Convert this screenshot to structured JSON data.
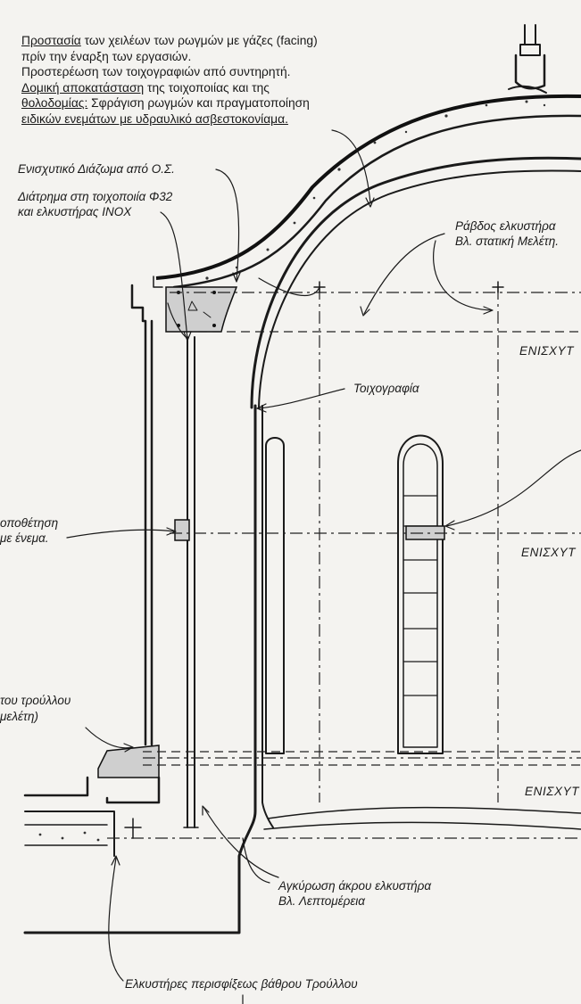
{
  "notes": {
    "line1_term": "Προστασία",
    "line1_rest": " των χειλέων των ρωγμών με γάζες (facing)",
    "line2": "πρίν την έναρξη των εργασιών.",
    "line3": "Προστερέωση των τοιχογραφιών από συντηρητή.",
    "line4_term": "Δομική αποκατάσταση",
    "line4_rest": " της τοιχοποιίας και της",
    "line5_term": "θολοδομίας:",
    "line5_rest": "  Σφράγιση ρωγμών και πραγματοποίηση",
    "line6": "ειδικών ενεμάτων με υδραυλικό ασβεστοκονίαμα."
  },
  "labels": {
    "reinforced_belt": "Ενισχυτικό Διάζωμα από Ο.Σ.",
    "drilling_line1": "Διάτρημα στη τοιχοποιία Φ32",
    "drilling_line2": "και ελκυστήρας INOX",
    "tie_rod_line1": "Ράβδος ελκυστήρα",
    "tie_rod_line2": "Βλ. στατική Μελέτη.",
    "reinforcement_1": "ΕΝΙΣΧΥΤ",
    "reinforcement_2": "ΕΝΙΣΧΥΤ",
    "reinforcement_3": "ΕΝΙΣΧΥΤ",
    "fresco": "Τοιχογραφία",
    "placement_line1": "οποθέτηση",
    "placement_line2": "με ένεμα.",
    "dome_line1": "του τρούλλου",
    "dome_line2": "μελέτη)",
    "anchorage_line1": "Αγκύρωση άκρου ελκυστήρα",
    "anchorage_line2": "Βλ. Λεπτομέρεια",
    "perimeter_ties": "Ελκυστήρες περισφίξεως βάθρου Τρούλλου"
  },
  "colors": {
    "paper": "#f4f3f0",
    "ink": "#1a1a1a"
  }
}
